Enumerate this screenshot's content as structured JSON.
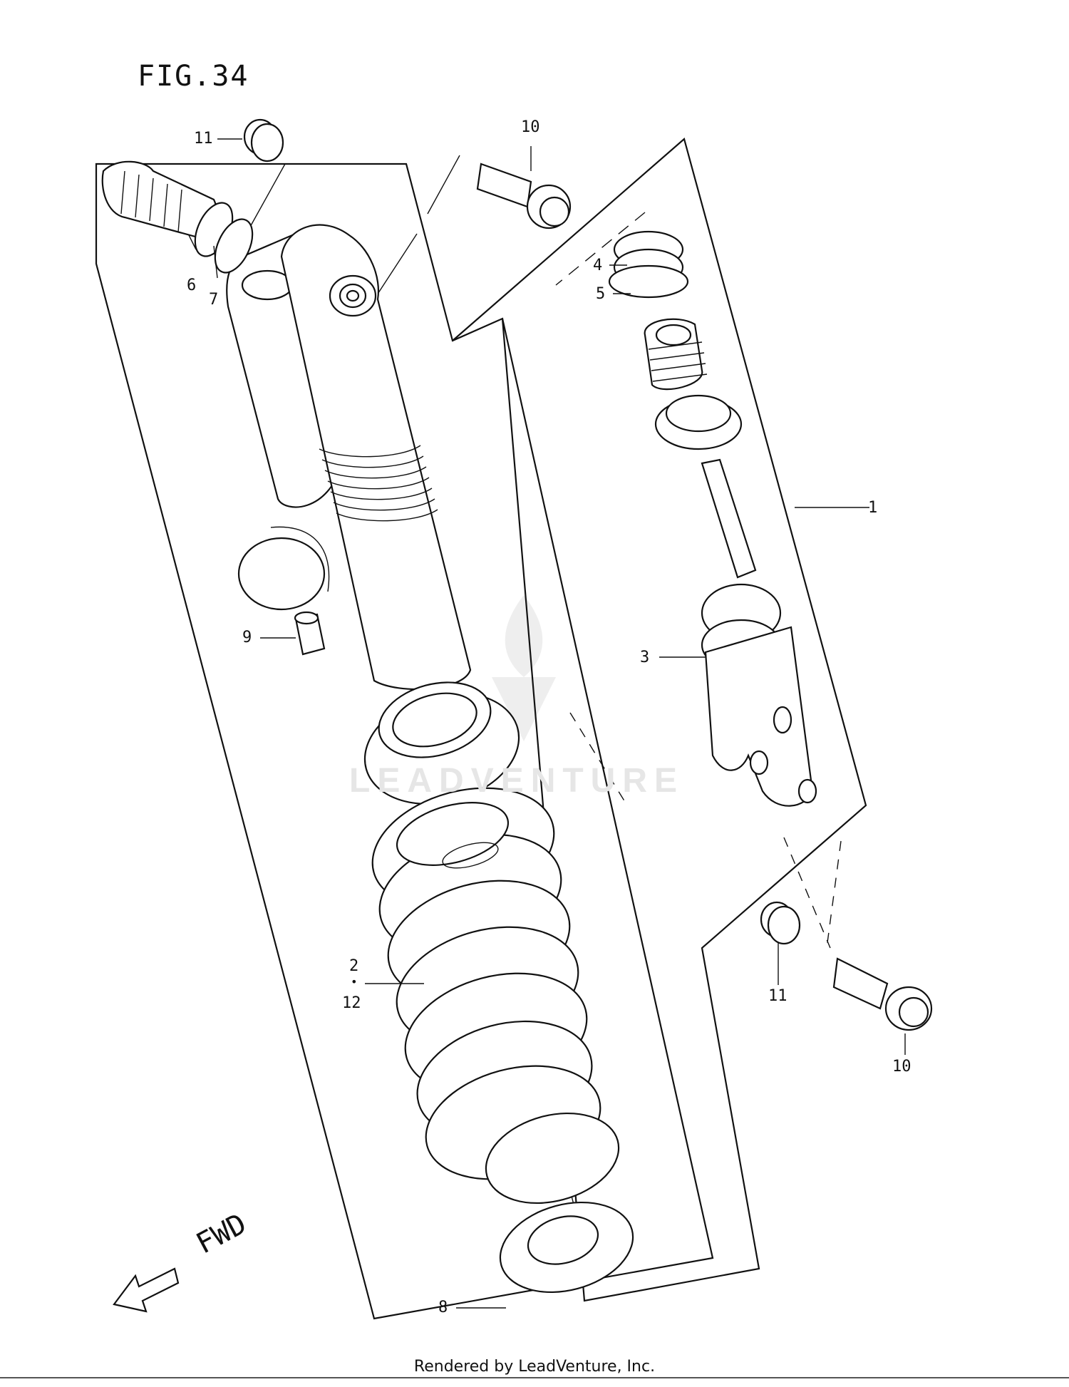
{
  "figure": {
    "title": "FIG.34",
    "direction_label": "FWD",
    "callouts": [
      {
        "id": "c11a",
        "text": "11"
      },
      {
        "id": "c10a",
        "text": "10"
      },
      {
        "id": "c6",
        "text": "6"
      },
      {
        "id": "c7",
        "text": "7"
      },
      {
        "id": "c4",
        "text": "4"
      },
      {
        "id": "c5",
        "text": "5"
      },
      {
        "id": "c1",
        "text": "1"
      },
      {
        "id": "c3",
        "text": "3"
      },
      {
        "id": "c9",
        "text": "9"
      },
      {
        "id": "c2",
        "text": "2"
      },
      {
        "id": "cdot",
        "text": "•"
      },
      {
        "id": "c12",
        "text": "12"
      },
      {
        "id": "c11b",
        "text": "11"
      },
      {
        "id": "c10b",
        "text": "10"
      },
      {
        "id": "c8",
        "text": "8"
      }
    ]
  },
  "watermark": {
    "text": "LEADVENTURE"
  },
  "footer": {
    "text": "Rendered by LeadVenture, Inc."
  }
}
